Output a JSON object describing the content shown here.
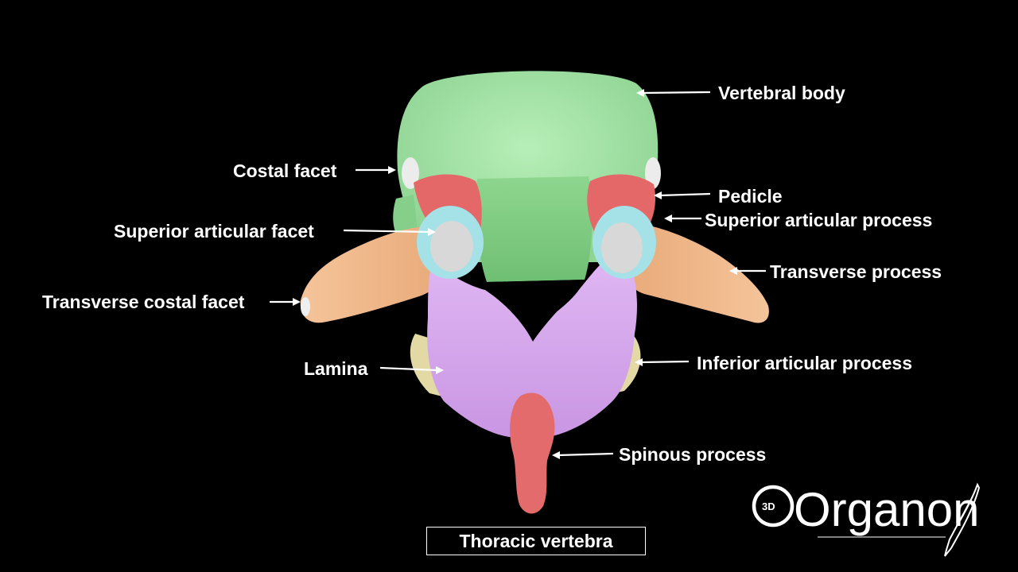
{
  "labels": {
    "vertebral_body": "Vertebral body",
    "costal_facet": "Costal facet",
    "pedicle": "Pedicle",
    "superior_articular_facet": "Superior articular facet",
    "superior_articular_process": "Superior articular process",
    "transverse_process": "Transverse process",
    "transverse_costal_facet": "Transverse costal facet",
    "lamina": "Lamina",
    "inferior_articular_process": "Inferior articular process",
    "spinous_process": "Spinous process"
  },
  "caption": "Thoracic vertebra",
  "logo": {
    "brand_prefix": "3D",
    "brand_word": "Organon"
  },
  "colors": {
    "background": "#000000",
    "vertebral_body": "#a6e6a8",
    "pedicle": "#e86a6a",
    "superior_articular_process": "#9fe3e8",
    "facet": "#d9d9d9",
    "transverse_process": "#f2b98b",
    "lamina": "#d4a6ec",
    "inferior_articular_process": "#e4dcaa",
    "spinous_process": "#e46b6b",
    "label_text": "#ffffff"
  }
}
